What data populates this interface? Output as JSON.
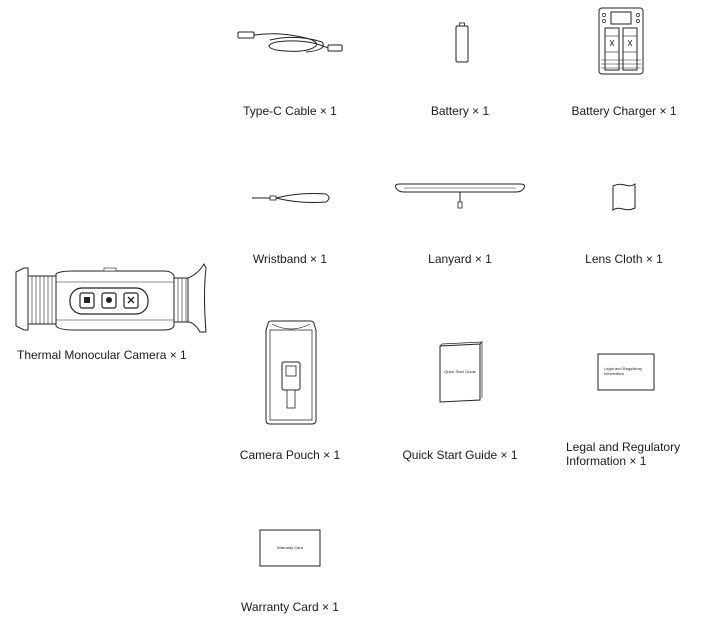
{
  "items": {
    "camera": {
      "label": "Thermal Monocular Camera × 1",
      "icon": "thermal-camera-icon"
    },
    "cable": {
      "label": "Type-C Cable × 1",
      "icon": "usb-cable-icon"
    },
    "battery": {
      "label": "Battery × 1",
      "icon": "battery-icon"
    },
    "charger": {
      "label": "Battery Charger × 1",
      "icon": "battery-charger-icon"
    },
    "wristband": {
      "label": "Wristband × 1",
      "icon": "wristband-icon"
    },
    "lanyard": {
      "label": "Lanyard × 1",
      "icon": "lanyard-icon"
    },
    "cloth": {
      "label": "Lens Cloth × 1",
      "icon": "lens-cloth-icon"
    },
    "pouch": {
      "label": "Camera Pouch × 1",
      "icon": "camera-pouch-icon"
    },
    "guide": {
      "label": "Quick Start Guide × 1",
      "icon": "quick-start-guide-icon",
      "cover_text": "Quick Start Guide"
    },
    "legal": {
      "label": "Legal and Regulatory Information × 1",
      "icon": "legal-document-icon",
      "cover_text": "Legal and Regulatory Information"
    },
    "warranty": {
      "label": "Warranty Card × 1",
      "icon": "warranty-card-icon",
      "cover_text": "Warranty Card"
    }
  }
}
